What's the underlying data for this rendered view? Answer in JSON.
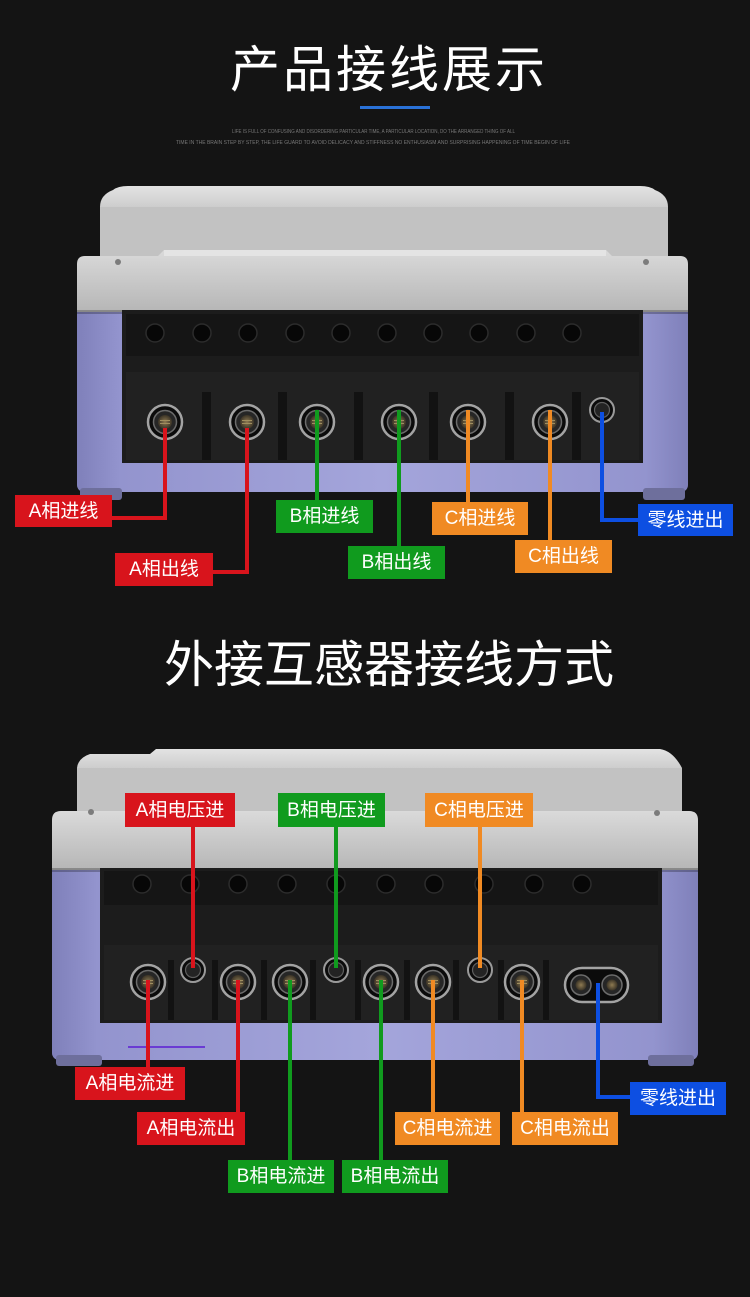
{
  "colors": {
    "background": "#141414",
    "title_underline": "#2a72d8",
    "phase_a": "#d8141c",
    "phase_b": "#109b1e",
    "phase_c": "#f08a23",
    "neutral": "#0d4fe2"
  },
  "section_product_wiring": {
    "title": "产品接线展示",
    "subtitle_lines": [
      "LIFE IS FULL OF CONFUSING AND DISORDERING PARTICULAR TIME, A PARTICULAR LOCATION, DO THE ARRANGED THING OF ALL",
      "TIME IN THE BRAIN STEP BY STEP, THE LIFE GUARD TO AVOID DELICACY AND STIFFNESS NO ENTHUSIASM AND SURPRISING HAPPENING OF TIME BEGIN OF LIFE"
    ],
    "callouts": {
      "phase_a_in": "A相进线",
      "phase_a_out": "A相出线",
      "phase_b_in": "B相进线",
      "phase_b_out": "B相出线",
      "phase_c_in": "C相进线",
      "phase_c_out": "C相出线",
      "neutral": "零线进出"
    }
  },
  "section_ct_wiring": {
    "title": "外接互感器接线方式",
    "callouts": {
      "phase_a_voltage_in": "A相电压进",
      "phase_b_voltage_in": "B相电压进",
      "phase_c_voltage_in": "C相电压进",
      "phase_a_current_in": "A相电流进",
      "phase_a_current_out": "A相电流出",
      "phase_b_current_in": "B相电流进",
      "phase_b_current_out": "B相电流出",
      "phase_c_current_in": "C相电流进",
      "phase_c_current_out": "C相电流出",
      "neutral": "零线进出"
    }
  }
}
